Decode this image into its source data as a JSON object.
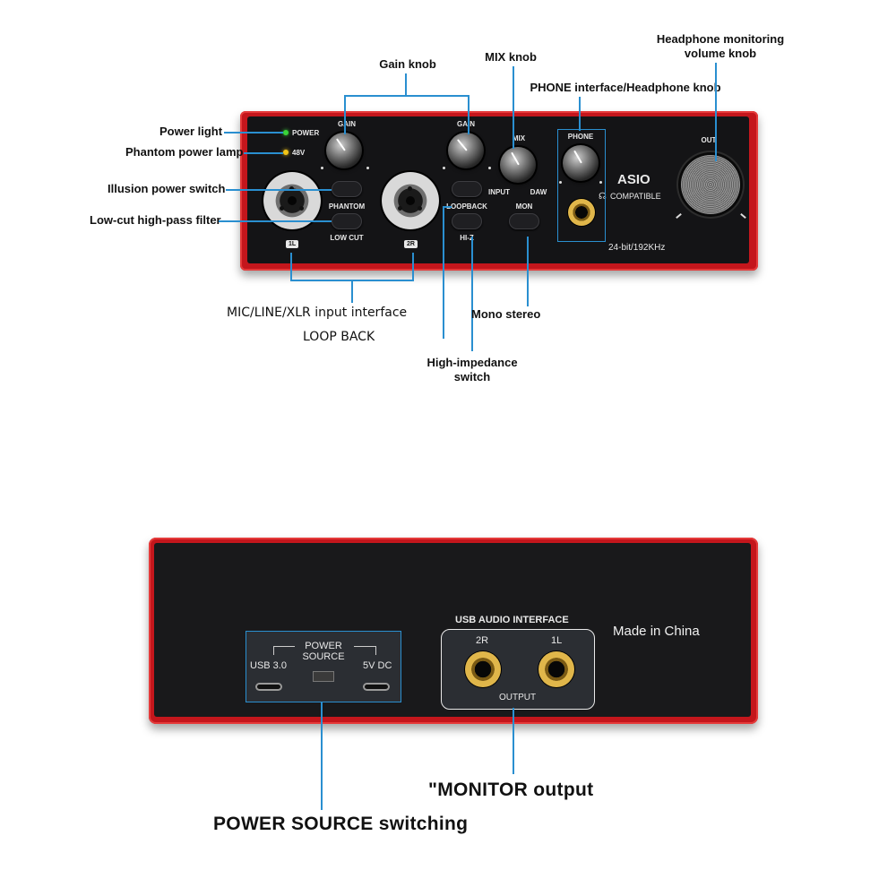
{
  "annotations": {
    "gain_knob": "Gain knob",
    "mix_knob": "MIX knob",
    "headphone_volume_knob": "Headphone monitoring\nvolume knob",
    "phone_interface": "PHONE interface/Headphone knob",
    "power_light": "Power light",
    "phantom_lamp": "Phantom power lamp",
    "illusion_switch": "Illusion power switch",
    "low_cut": "Low-cut high-pass filter",
    "mic_line_xlr": "MIC/LINE/XLR input interface",
    "loop_back": "LOOP BACK",
    "mono_stereo": "Mono stereo",
    "high_impedance": "High-impedance\nswitch",
    "monitor_output": "\"MONITOR output",
    "power_source_switching": "POWER SOURCE switching"
  },
  "front_panel": {
    "power": "POWER",
    "v48": "48V",
    "gain_left": "GAIN",
    "gain_right": "GAIN",
    "mix": "MIX",
    "input": "INPUT",
    "daw": "DAW",
    "phone": "PHONE",
    "out": "OUT",
    "asio": "ASIO",
    "compatible": "COMPATIBLE",
    "phantom": "PHANTOM",
    "low_cut": "LOW CUT",
    "loopback": "LOOPBACK",
    "hiz": "HI-Z",
    "mon": "MON",
    "spec": "24-bit/192KHz",
    "ch1": "1L",
    "ch2": "2R"
  },
  "rear_panel": {
    "usb_audio_interface": "USB AUDIO INTERFACE",
    "made_in_china": "Made in China",
    "power_source": "POWER\nSOURCE",
    "usb30": "USB 3.0",
    "dc5v": "5V DC",
    "out_2r": "2R",
    "out_1l": "1L",
    "output": "OUTPUT"
  },
  "colors": {
    "chassis": "#c4161c",
    "panel": "#141416",
    "callout_line": "#2a8fd0",
    "power_led": "#39d339",
    "phantom_led": "#f0c419"
  }
}
